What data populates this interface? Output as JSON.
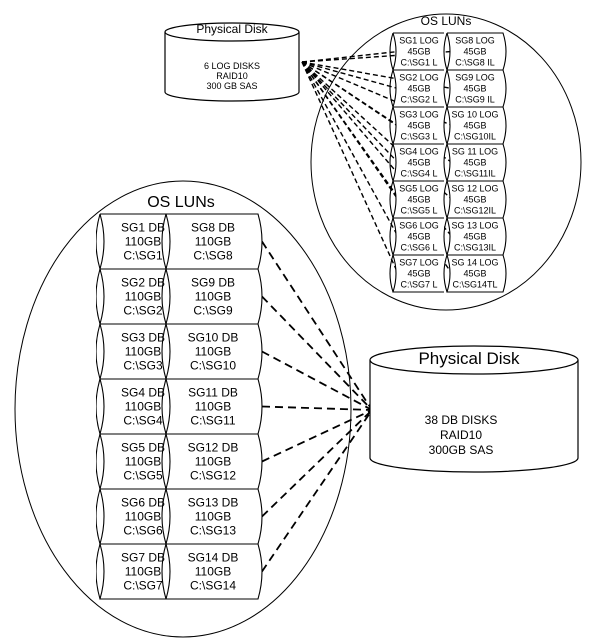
{
  "small_disk": {
    "title": "Physical Disk",
    "lines": [
      "6  LOG DISKS",
      "RAID10",
      "300 GB SAS"
    ]
  },
  "small_luns": {
    "title": "OS LUNs",
    "left": [
      [
        "SG1 LOG",
        "45GB",
        "C:\\SG1 L"
      ],
      [
        "SG2 LOG",
        "45GB",
        "C:\\SG2 L"
      ],
      [
        "SG3 LOG",
        "45GB",
        "C:\\SG3 L"
      ],
      [
        "SG4 LOG",
        "45GB",
        "C:\\SG4 L"
      ],
      [
        "SG5 LOG",
        "45GB",
        "C:\\SG5 L"
      ],
      [
        "SG6 LOG",
        "45GB",
        "C:\\SG6 L"
      ],
      [
        "SG7 LOG",
        "45GB",
        "C:\\SG7 L"
      ]
    ],
    "right": [
      [
        "SG8 LOG",
        "45GB",
        "C:\\SG8 IL"
      ],
      [
        "SG9 LOG",
        "45GB",
        "C:\\SG9 IL"
      ],
      [
        "SG 10 LOG",
        "45GB",
        "C:\\SG10IL"
      ],
      [
        "SG 11 LOG",
        "45GB",
        "C:\\SG11IL"
      ],
      [
        "SG 12 LOG",
        "45GB",
        "C:\\SG12IL"
      ],
      [
        "SG 13 LOG",
        "45GB",
        "C:\\SG13IL"
      ],
      [
        "SG 14 LOG",
        "45GB",
        "C:\\SG14TL"
      ]
    ]
  },
  "big_luns": {
    "title": "OS LUNs",
    "left": [
      [
        "SG1 DB",
        "110GB",
        "C:\\SG1"
      ],
      [
        "SG2 DB",
        "110GB",
        "C:\\SG2"
      ],
      [
        "SG3 DB",
        "110GB",
        "C:\\SG3"
      ],
      [
        "SG4 DB",
        "110GB",
        "C:\\SG4"
      ],
      [
        "SG5 DB",
        "110GB",
        "C:\\SG5"
      ],
      [
        "SG6 DB",
        "110GB",
        "C:\\SG6"
      ],
      [
        "SG7 DB",
        "110GB",
        "C:\\SG7"
      ]
    ],
    "right": [
      [
        "SG8 DB",
        "110GB",
        "C:\\SG8"
      ],
      [
        "SG9 DB",
        "110GB",
        "C:\\SG9"
      ],
      [
        "SG10 DB",
        "110GB",
        "C:\\SG10"
      ],
      [
        "SG11 DB",
        "110GB",
        "C:\\SG11"
      ],
      [
        "SG12 DB",
        "110GB",
        "C:\\SG12"
      ],
      [
        "SG13 DB",
        "110GB",
        "C:\\SG13"
      ],
      [
        "SG14 DB",
        "110GB",
        "C:\\SG14"
      ]
    ]
  },
  "big_disk": {
    "title": "Physical Disk",
    "lines": [
      "38 DB DISKS",
      "RAID10",
      "300GB SAS"
    ]
  }
}
